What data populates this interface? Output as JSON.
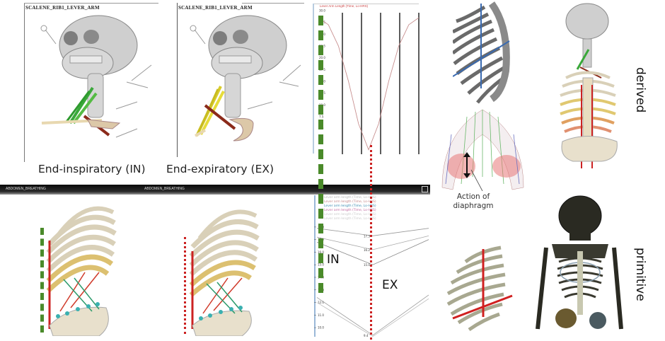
{
  "panels": {
    "skull_in": {
      "title": "SCALENE_RIB1_LEVER_ARM",
      "caption": "End-inspiratory (IN)"
    },
    "skull_ex": {
      "title": "SCALENE_RIB1_LEVER_ARM",
      "caption": "End-expiratory (EX)"
    },
    "ribcage_in": {
      "title": "ABDOMEN_BREATHING"
    },
    "ribcage_ex": {
      "title": "ABDOMEN_BREATHING"
    }
  },
  "labels": {
    "in": "IN",
    "ex": "EX",
    "derived": "derived",
    "primitive": "primitive",
    "diaphragm_line1": "Action of",
    "diaphragm_line2": "diaphragm"
  },
  "colors": {
    "in_marker": "#4a8a2a",
    "ex_marker": "#cc2222",
    "muscle_green": "#3aa83a",
    "muscle_yellow": "#d8cc2a",
    "rib_blue_line": "#3a6ab0",
    "rib_red_line": "#d02020"
  },
  "chart_data": [
    {
      "type": "line",
      "title": "Lever Arm Length (Time, Lo-HRS)",
      "ylim": [
        0,
        30
      ],
      "y_ticks": [
        "30.0",
        "27.5",
        "25.0",
        "22.5",
        "20.0",
        "17.5",
        "15.0",
        "12.5",
        "10.0",
        "7.5",
        "5.0",
        "2.5"
      ],
      "x": [
        0,
        0.1,
        0.2,
        0.3,
        0.4,
        0.5,
        0.6,
        0.7,
        0.8,
        0.9,
        1.0
      ],
      "series": [
        {
          "name": "Lever arm length",
          "values": [
            28.5,
            27.0,
            22.5,
            15.0,
            6.0,
            0.5,
            6.0,
            15.0,
            22.5,
            27.0,
            28.5
          ]
        }
      ],
      "vertical_markers": 5
    },
    {
      "type": "line",
      "legend": [
        "Lever arm length (Time, Lo-HRS)",
        "Lever arm length (Time, Lo-HRS)",
        "Lever arm length (Time, Lo-HRS)",
        "Lever arm length (Time, Lo-HRS)",
        "Lever arm length (Time, Lo-HRS)",
        "Lever arm length (Time, Lo-HRS)"
      ],
      "ylim": [
        9.5,
        18.5
      ],
      "y_ticks": [
        "18.0",
        "17.0",
        "16.0",
        "15.0",
        "14.0",
        "13.0",
        "12.0",
        "11.0",
        "10.0"
      ],
      "x": [
        0,
        0.5,
        1.0
      ],
      "series": [
        {
          "name": "s1",
          "values": [
            17.9,
            17.3,
            17.9
          ],
          "label_at_min": "17.3"
        },
        {
          "name": "s2",
          "values": [
            17.2,
            16.2,
            17.3
          ],
          "label_at_min": "16.2"
        },
        {
          "name": "s3",
          "values": [
            16.8,
            15.0,
            17.0
          ],
          "label_at_min": "15.0"
        },
        {
          "name": "s4",
          "values": [
            12.4,
            9.4,
            12.6
          ],
          "label_at_min": "9.4"
        },
        {
          "name": "s5",
          "values": [
            12.0,
            9.3,
            12.3
          ]
        }
      ]
    }
  ]
}
